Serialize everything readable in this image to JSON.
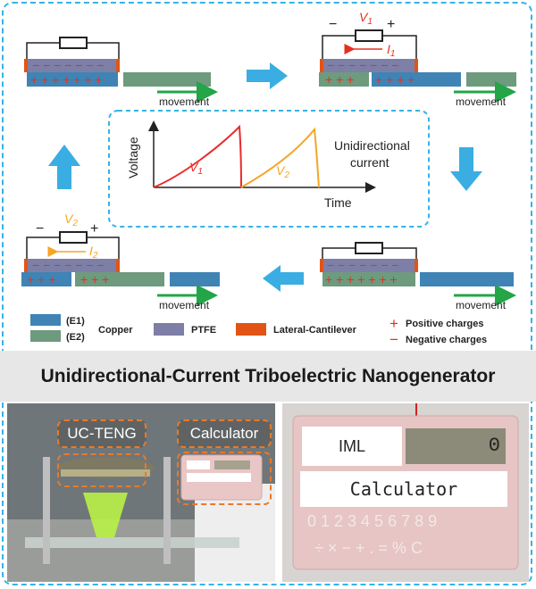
{
  "colors": {
    "copper": "#3f84b5",
    "ptfe": "#7d7fa6",
    "cantilever": "#e25416",
    "moving_plate": "#6e9a7d",
    "arrow_cyan": "#3aaee2",
    "dashed_border": "#36b3e6",
    "red_curve": "#ea2b2b",
    "orange_curve": "#f5a623",
    "green_arrow": "#23a548"
  },
  "stages": {
    "movement_label": "movement",
    "neg_sign": "−",
    "pos_sign": "+"
  },
  "currents": {
    "v1": "V",
    "v1_sub": "1",
    "i1": "I",
    "i1_sub": "1",
    "v2": "V",
    "v2_sub": "2",
    "i2": "I",
    "i2_sub": "2"
  },
  "graph": {
    "ylabel": "Voltage",
    "xlabel": "Time",
    "v1": "V",
    "v1_sub": "1",
    "v2": "V",
    "v2_sub": "2",
    "note_line1": "Unidirectional",
    "note_line2": "current"
  },
  "legend": {
    "e1": "(E1)",
    "e2": "(E2)",
    "copper": "Copper",
    "ptfe": "PTFE",
    "cantilever": "Lateral-Cantilever",
    "positive": "Positive charges",
    "negative": "Negative charges",
    "pos_symbol": "+",
    "neg_symbol": "−"
  },
  "banner": {
    "title": "Unidirectional-Current Triboelectric Nanogenerator"
  },
  "photos": {
    "device_label": "UC-TENG",
    "calculator_label": "Calculator",
    "calc_brand": "IML",
    "calc_display": "0",
    "calc_name": "Calculator"
  }
}
